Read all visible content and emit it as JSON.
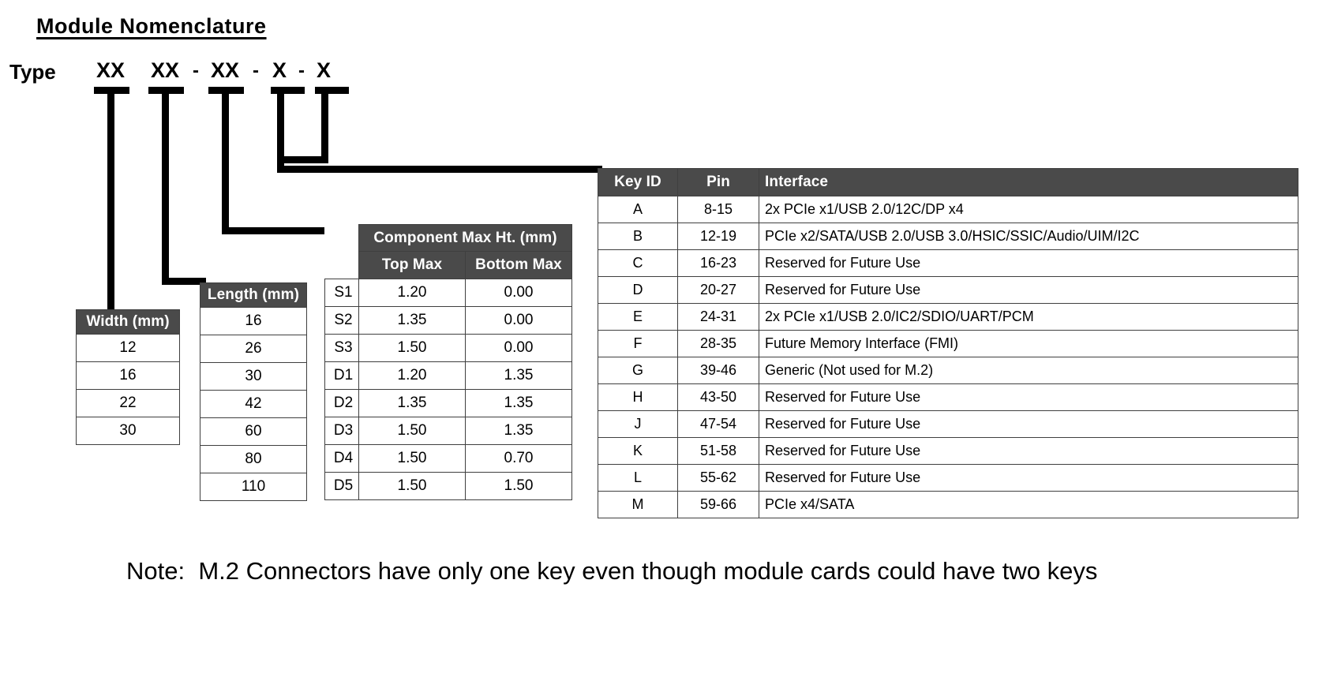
{
  "title": "Module Nomenclature",
  "nomenclature": {
    "type_label": "Type",
    "fields": [
      "XX",
      "XX",
      "XX",
      "X",
      "X"
    ],
    "separator": "-"
  },
  "width_table": {
    "header": "Width (mm)",
    "values": [
      "12",
      "16",
      "22",
      "30"
    ]
  },
  "length_table": {
    "header": "Length (mm)",
    "values": [
      "16",
      "26",
      "30",
      "42",
      "60",
      "80",
      "110"
    ]
  },
  "component_height_table": {
    "header": "Component Max Ht. (mm)",
    "subheaders": [
      "Top Max",
      "Bottom Max"
    ],
    "rows": [
      {
        "code": "S1",
        "top_max": "1.20",
        "bottom_max": "0.00"
      },
      {
        "code": "S2",
        "top_max": "1.35",
        "bottom_max": "0.00"
      },
      {
        "code": "S3",
        "top_max": "1.50",
        "bottom_max": "0.00"
      },
      {
        "code": "D1",
        "top_max": "1.20",
        "bottom_max": "1.35"
      },
      {
        "code": "D2",
        "top_max": "1.35",
        "bottom_max": "1.35"
      },
      {
        "code": "D3",
        "top_max": "1.50",
        "bottom_max": "1.35"
      },
      {
        "code": "D4",
        "top_max": "1.50",
        "bottom_max": "0.70"
      },
      {
        "code": "D5",
        "top_max": "1.50",
        "bottom_max": "1.50"
      }
    ]
  },
  "key_table": {
    "headers": [
      "Key ID",
      "Pin",
      "Interface"
    ],
    "rows": [
      {
        "key_id": "A",
        "pin": "8-15",
        "interface": "2x PCIe x1/USB 2.0/12C/DP x4"
      },
      {
        "key_id": "B",
        "pin": "12-19",
        "interface": "PCIe x2/SATA/USB 2.0/USB 3.0/HSIC/SSIC/Audio/UIM/I2C"
      },
      {
        "key_id": "C",
        "pin": "16-23",
        "interface": "Reserved for Future Use"
      },
      {
        "key_id": "D",
        "pin": "20-27",
        "interface": "Reserved for Future Use"
      },
      {
        "key_id": "E",
        "pin": "24-31",
        "interface": "2x PCIe x1/USB 2.0/IC2/SDIO/UART/PCM"
      },
      {
        "key_id": "F",
        "pin": "28-35",
        "interface": "Future Memory Interface (FMI)"
      },
      {
        "key_id": "G",
        "pin": "39-46",
        "interface": "Generic (Not used for M.2)"
      },
      {
        "key_id": "H",
        "pin": "43-50",
        "interface": "Reserved for Future Use"
      },
      {
        "key_id": "J",
        "pin": "47-54",
        "interface": "Reserved for Future Use"
      },
      {
        "key_id": "K",
        "pin": "51-58",
        "interface": "Reserved for Future Use"
      },
      {
        "key_id": "L",
        "pin": "55-62",
        "interface": "Reserved for Future Use"
      },
      {
        "key_id": "M",
        "pin": "59-66",
        "interface": "PCIe x4/SATA"
      }
    ]
  },
  "note": "Note:  M.2 Connectors have only one key even though module cards could have two keys",
  "colors": {
    "header_gray": "#4a4a4a",
    "border": "#3f3f3f",
    "leader_line": "#000000",
    "text": "#000000",
    "background": "#ffffff"
  }
}
